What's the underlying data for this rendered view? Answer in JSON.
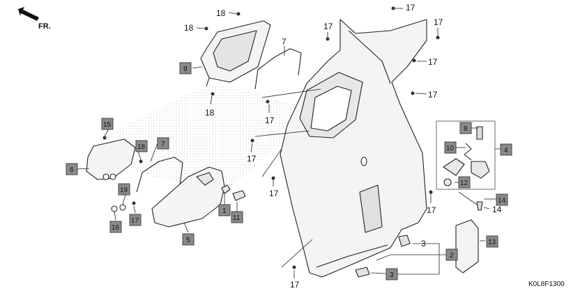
{
  "diagram": {
    "direction_label": "FR.",
    "figure_code": "K0L8F1300",
    "colors": {
      "part_fill": "#f4f4f4",
      "inner_fill": "#e7e7e7",
      "box_fill": "#8a8a8a",
      "line": "#222222",
      "dots": "#bdbdbd"
    },
    "labels": {
      "l18a": "18",
      "l18b": "18",
      "l18c": "18",
      "l18d": "18",
      "l17a": "17",
      "l17b": "17",
      "l17c": "17",
      "l17d": "17",
      "l17e": "17",
      "l17f": "17",
      "l17g": "17",
      "l17h": "17",
      "l17i": "17",
      "l17j": "17",
      "l17k": "17",
      "l9": "9",
      "l7a": "7",
      "l7b": "7",
      "l15": "15",
      "l6": "6",
      "l19": "19",
      "l16": "16",
      "l5": "5",
      "l1": "1",
      "l11": "11",
      "l8": "8",
      "l10": "10",
      "l4": "4",
      "l12": "12",
      "l14a": "14",
      "l14b": "14",
      "l13": "13",
      "l3a": "3",
      "l3b": "3",
      "l2": "2"
    }
  }
}
